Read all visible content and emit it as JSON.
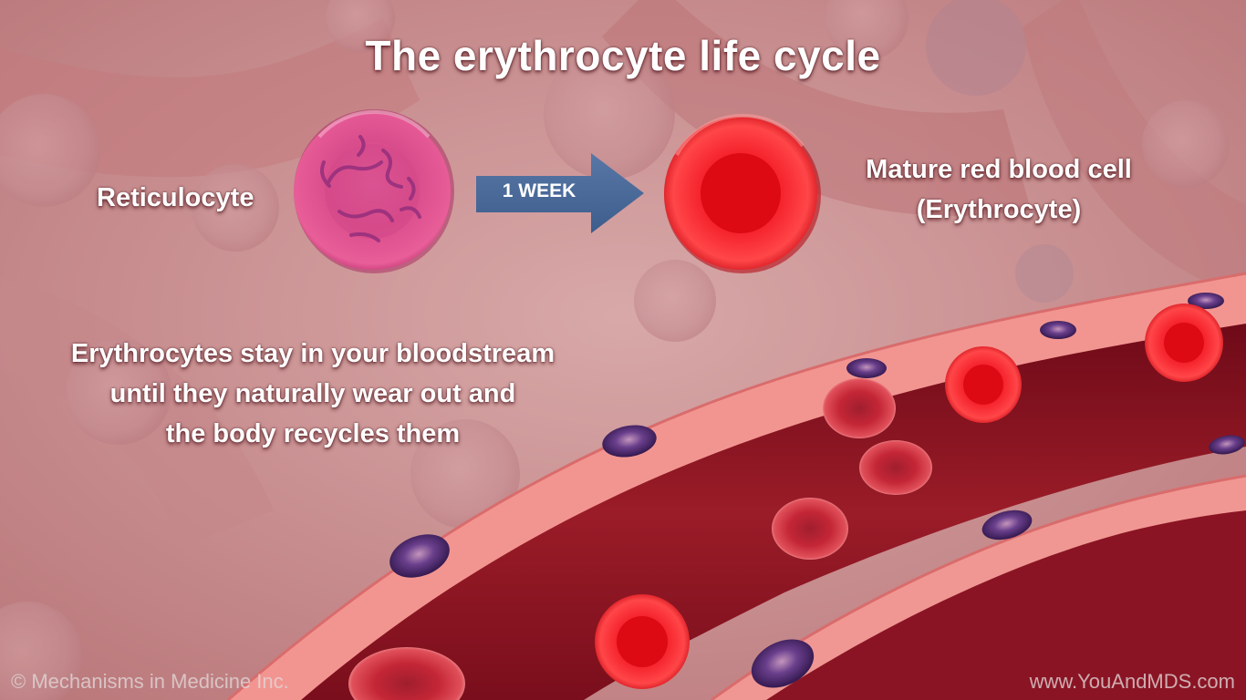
{
  "title": "The erythrocyte life cycle",
  "reticulocyte": {
    "label": "Reticulocyte"
  },
  "arrow": {
    "label": "1 WEEK"
  },
  "mature": {
    "line1": "Mature red blood cell",
    "line2": "(Erythrocyte)"
  },
  "description": {
    "line1": "Erythrocytes stay in your bloodstream",
    "line2": "until they naturally wear out and",
    "line3": "the body recycles them"
  },
  "footer": {
    "copyright": "© Mechanisms in Medicine Inc.",
    "website": "www.YouAndMDS.com"
  },
  "colors": {
    "background": "#c98d8e",
    "reticulocyte": "#e0508f",
    "erythrocyte": "#ee1d26",
    "arrow": "#4a6a9a",
    "vessel_wall": "#f29591",
    "vessel_lumen": "#8a1220",
    "endothelial_nucleus": "#4a2a6e"
  }
}
